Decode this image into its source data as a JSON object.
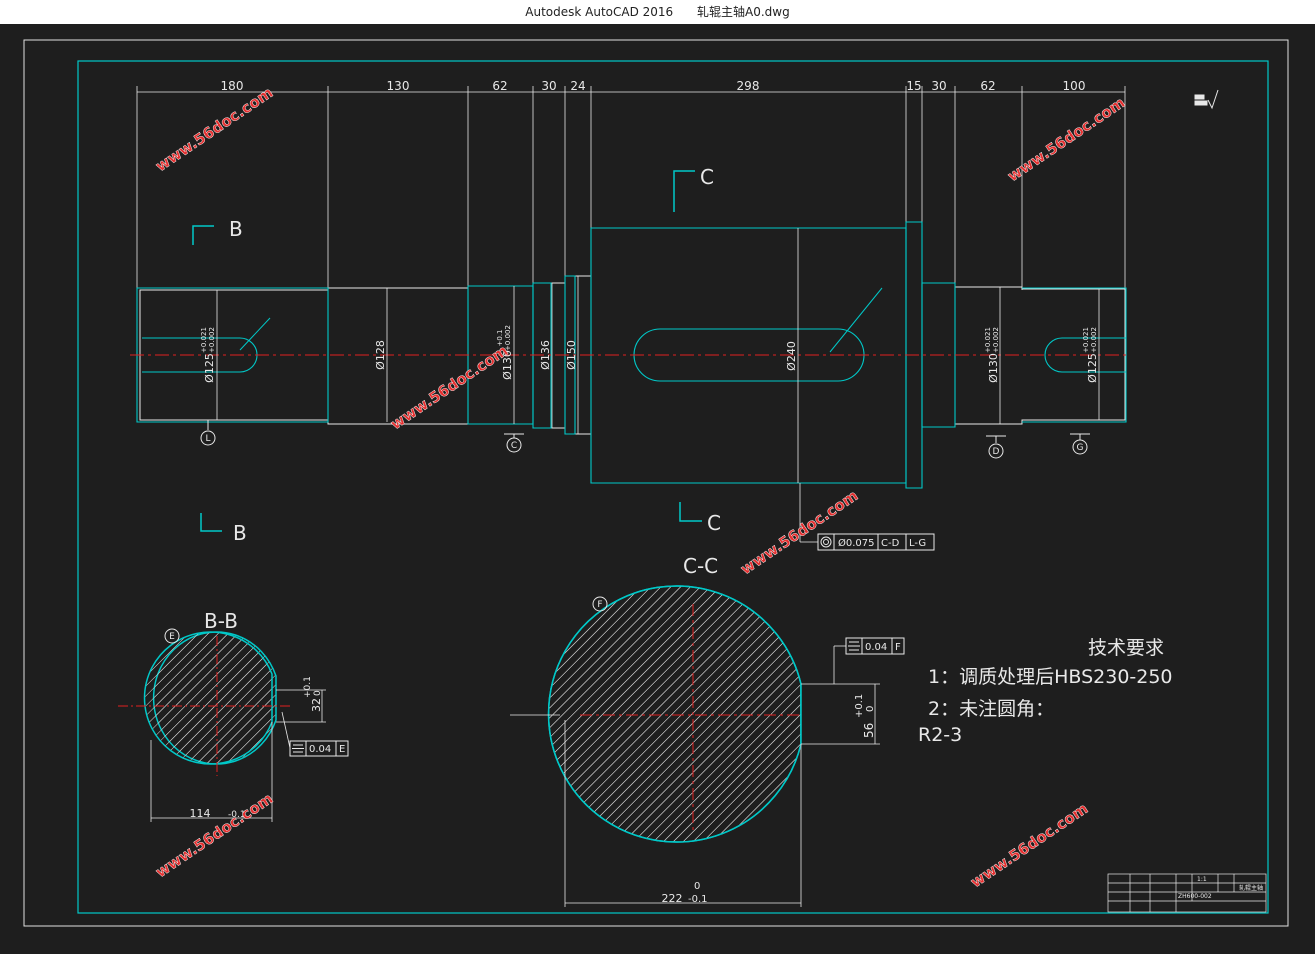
{
  "app": {
    "name": "Autodesk AutoCAD 2016",
    "file": "轧辊主轴A0.dwg"
  },
  "colors": {
    "background": "#1e1e1e",
    "outline": "#00c8c8",
    "dim": "#e8e8e8",
    "center": "#e02020",
    "watermark": "#e53030"
  },
  "dimensions": {
    "top": [
      "180",
      "130",
      "62",
      "30",
      "24",
      "298",
      "15",
      "30",
      "62",
      "100"
    ],
    "diameters": [
      "Ø125",
      "Ø128",
      "Ø130",
      "Ø136",
      "Ø150",
      "Ø240",
      "Ø130",
      "Ø125"
    ],
    "tol_small": {
      "a_top": "+0.021",
      "a_bot": "+0.002",
      "c_top": "+0.1",
      "c_bot": "+0.002"
    }
  },
  "datums": {
    "L": "L",
    "C": "C",
    "D": "D",
    "G": "G",
    "E": "E",
    "F": "F"
  },
  "sections": {
    "bb_tag": "B",
    "cc_tag": "C",
    "bb_title": "B-B",
    "cc_title": "C-C"
  },
  "gdt": {
    "runout": {
      "value": "Ø0.075",
      "ref1": "C-D",
      "ref2": "L-G"
    },
    "sym_e": {
      "value": "0.04",
      "ref": "E"
    },
    "sym_f": {
      "value": "0.04",
      "ref": "F"
    }
  },
  "bb_dims": {
    "depth_main": "32",
    "depth_tol_top": "+0.1",
    "depth_tol_bot": "0",
    "width_main": "114",
    "width_tol": "-0.1"
  },
  "cc_dims": {
    "depth_main": "56",
    "depth_tol_top": "+0.1",
    "depth_tol_bot": "0",
    "width_main": "222",
    "width_tol": "-0.1",
    "width_tol_top": "0"
  },
  "tech": {
    "heading": "技术要求",
    "line1": "1：调质处理后HBS230-250",
    "line2": "2：未注圆角：",
    "line3": "R2-3"
  },
  "watermark": "www.56doc.com",
  "title_block": {
    "ratio": "1:1",
    "part_no": "ZH600-002",
    "name": "轧辊主轴"
  }
}
